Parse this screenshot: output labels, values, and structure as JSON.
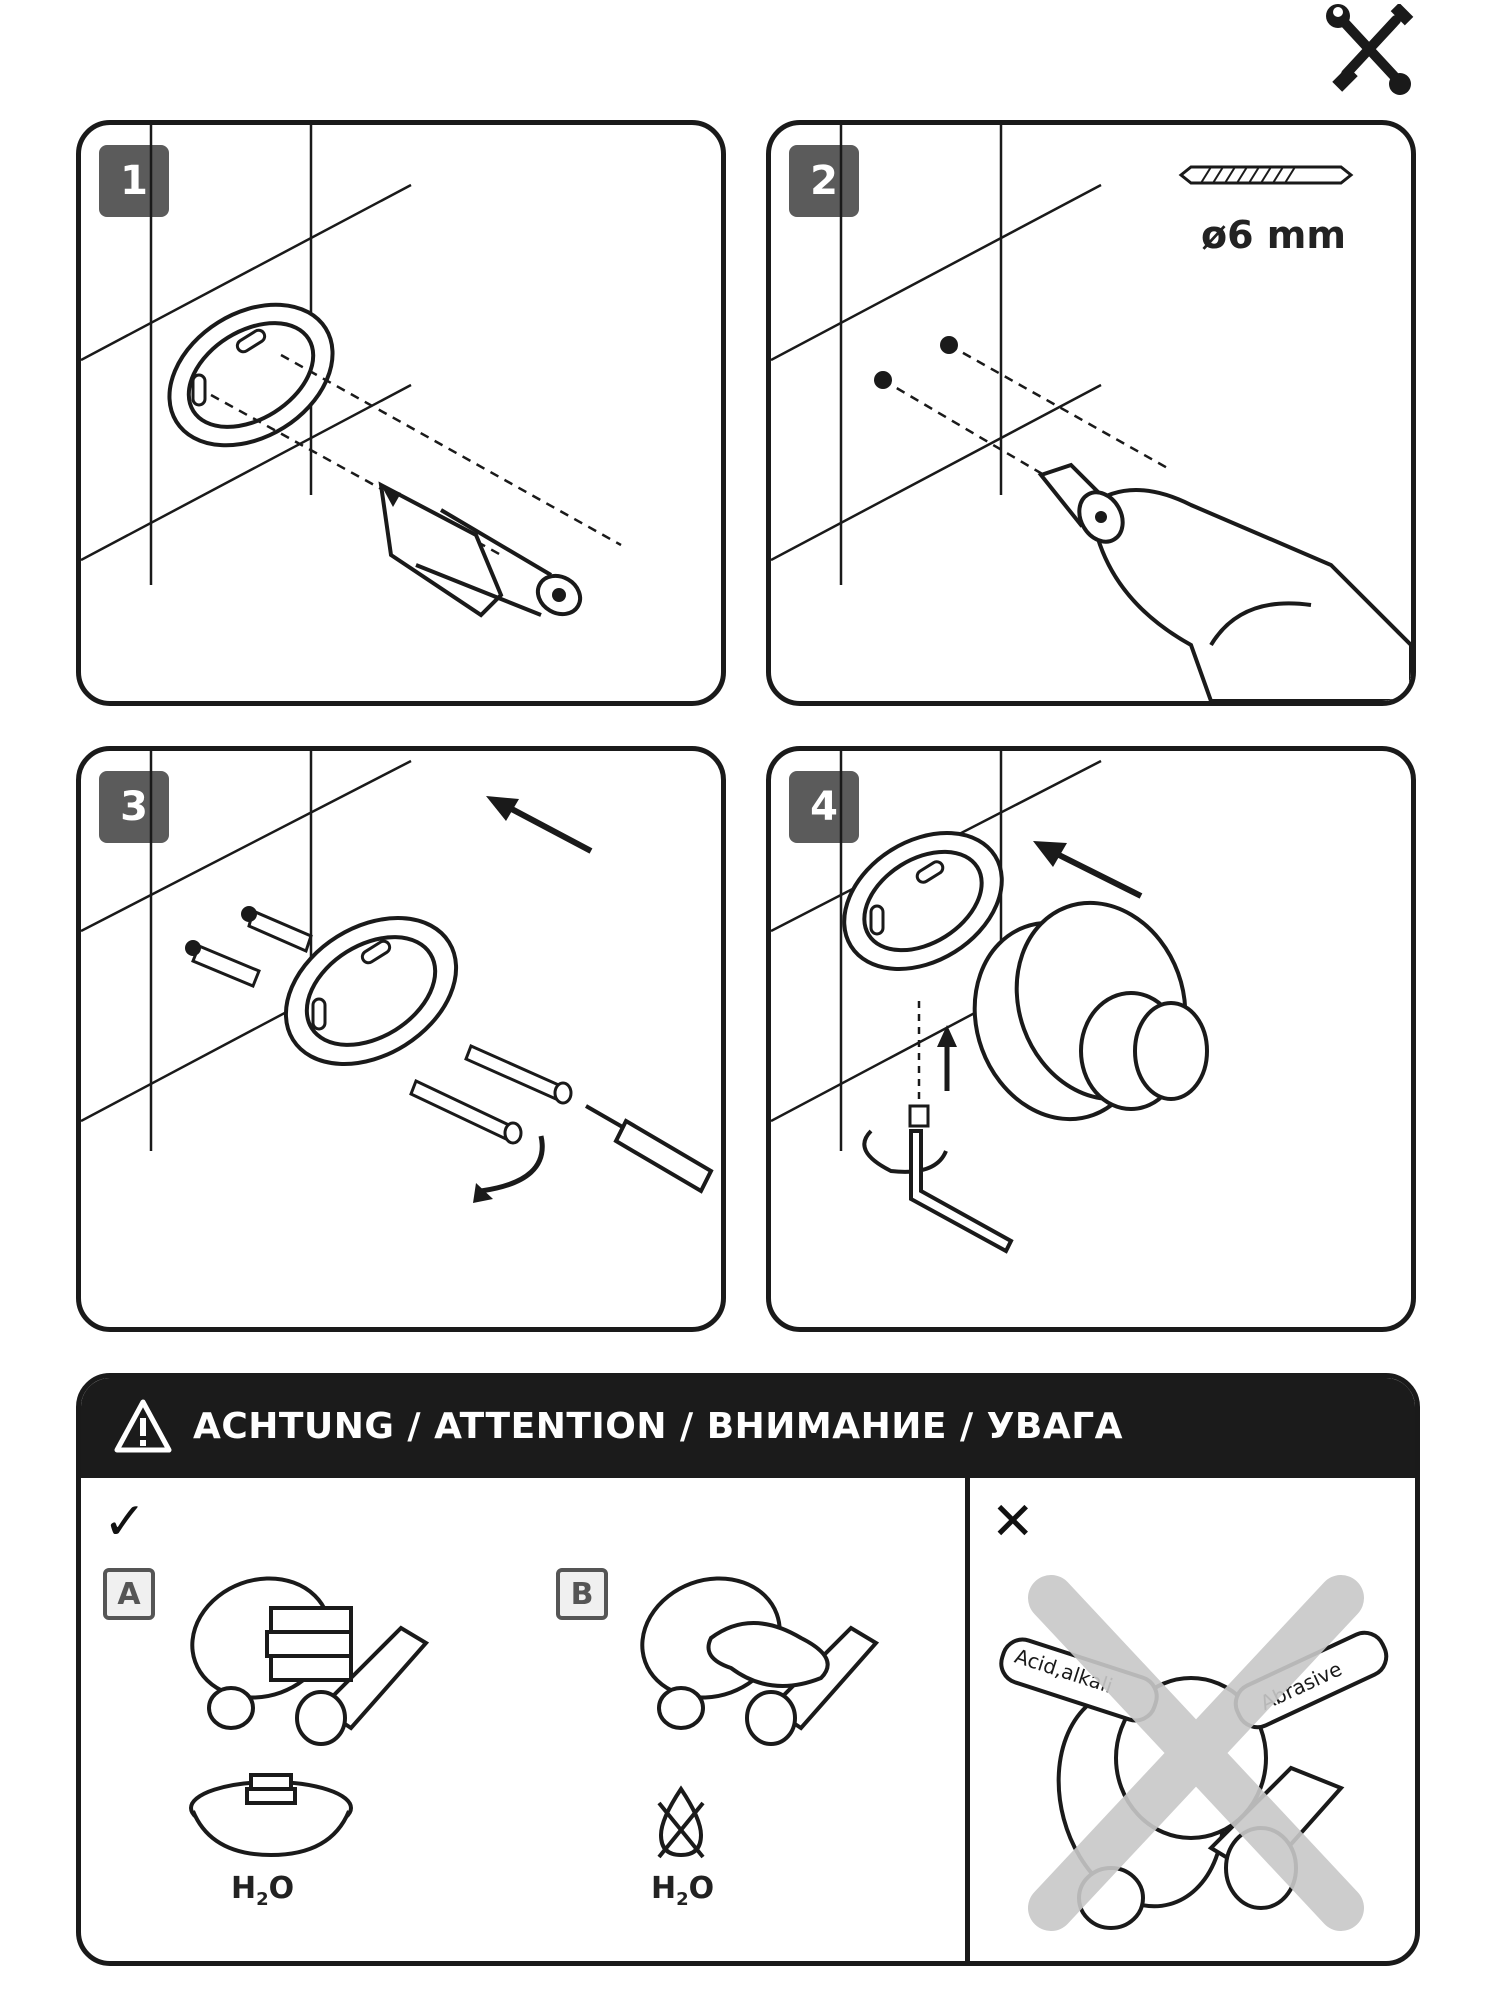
{
  "tools_icon": "wrench-screwdriver-icon",
  "steps": [
    {
      "number": "1",
      "icon": "pencil-marking-icon"
    },
    {
      "number": "2",
      "icon": "drill-icon",
      "drill_size": "ø6 mm"
    },
    {
      "number": "3",
      "icon": "screwdriver-icon"
    },
    {
      "number": "4",
      "icon": "hex-key-icon"
    }
  ],
  "attention": {
    "title": "ACHTUNG / ATTENTION / ВНИМАНИЕ / УВАГА",
    "ok_mark": "✓",
    "no_mark": "✕",
    "option_a": {
      "letter": "A",
      "h2o": "H",
      "h2o_sub": "2",
      "h2o_tail": "O"
    },
    "option_b": {
      "letter": "B",
      "h2o": "H",
      "h2o_sub": "2",
      "h2o_tail": "O"
    },
    "forbidden_labels": {
      "acid": "Acid,alkali",
      "abrasive": "Abrasive"
    }
  },
  "colors": {
    "frame": "#1a1a1a",
    "badge": "#5b5b5b",
    "header": "#1b1b1b",
    "cross": "#c8c8c8"
  }
}
